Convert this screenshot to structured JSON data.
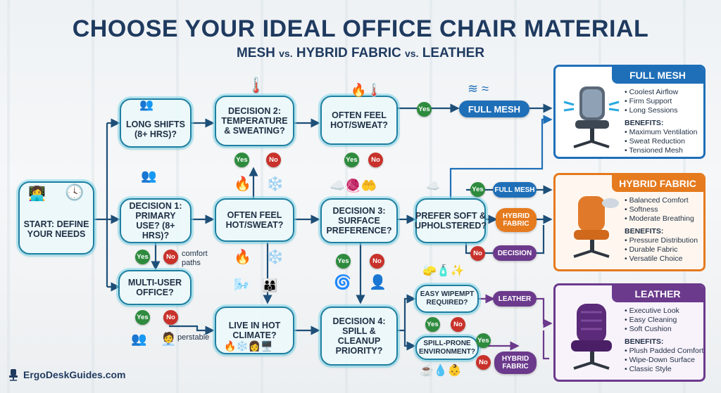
{
  "header": {
    "title": "CHOOSE YOUR IDEAL OFFICE CHAIR MATERIAL",
    "subtitle_mesh": "MESH",
    "subtitle_vs": "vs.",
    "subtitle_hybrid": "HYBRID FABRIC",
    "subtitle_leather": "LEATHER"
  },
  "nodes": {
    "start": "START: DEFINE YOUR NEEDS",
    "long_shifts": "LONG SHIFTS (8+ HRS)?",
    "decision1": "DECISION 1: PRIMARY USE? (8+ HRS)?",
    "multi_user": "MULTI-USER OFFICE?",
    "decision2": "DECISION 2: TEMPERATURE & SWEATING?",
    "often_feel_mid": "OFTEN FEEL HOT/SWEAT?",
    "live_hot": "LIVE IN HOT CLIMATE?",
    "often_feel_top": "OFTEN FEEL HOT/SWEAT?",
    "decision3": "DECISION 3: SURFACE PREFERENCE?",
    "decision4": "DECISION 4: SPILL & CLEANUP PRIORITY?",
    "prefer_soft": "PREFER SOFT & UPHOLSTERED?",
    "easy_wipe": "EASY WIPEMPT REQUIRED?",
    "spill_prone": "SPILL-PRONE ENVIRONMENT?"
  },
  "outcomes": {
    "full_mesh_big": "FULL MESH",
    "full_mesh_small": "FULL MESH",
    "hybrid_fabric_1": "HYBRID FABRIC",
    "decision_pill": "DECISION",
    "leather_pill": "LEATHER",
    "hybrid_fabric_2": "HYBRID FABRIC"
  },
  "badges": {
    "yes": "Yes",
    "no": "No"
  },
  "notes": {
    "comfort_paths": "comfort paths",
    "perstable": "perstable"
  },
  "panels": {
    "mesh": {
      "title": "FULL MESH",
      "features": [
        "Coolest Airflow",
        "Firm Support",
        "Long Sessions"
      ],
      "benefits_label": "BENEFITS:",
      "benefits": [
        "Maximum Ventilation",
        "Sweat Reduction",
        "Tensioned Mesh"
      ]
    },
    "hybrid": {
      "title": "HYBRID FABRIC",
      "features": [
        "Balanced Comfort",
        "Softness",
        "Moderate Breathing"
      ],
      "benefits_label": "BENEFITS:",
      "benefits": [
        "Pressure Distribution",
        "Durable Fabric",
        "Versatile Choice"
      ]
    },
    "leather": {
      "title": "LEATHER",
      "features": [
        "Executive Look",
        "Easy Cleaning",
        "Soft Cushion"
      ],
      "benefits_label": "BENEFITS:",
      "benefits": [
        "Plush Padded Comfort",
        "Wipe-Down Surface",
        "Classic Style"
      ]
    }
  },
  "colors": {
    "navy": "#1f3a5f",
    "arrow": "#1e4f78",
    "mesh": "#1f6fb8",
    "hybrid": "#e57a1e",
    "leather": "#6b3a8c",
    "yes": "#2e8b3e",
    "no": "#c8322b"
  },
  "icons": {
    "thermometer": "thermometer-icon",
    "fire": "fire-icon",
    "snowflake": "snowflake-icon",
    "people": "people-icon",
    "clock": "clock-icon",
    "wind": "wind-icon",
    "cloud": "cloud-icon",
    "spray": "spray-bottle-icon",
    "droplet": "droplet-icon"
  },
  "footer": {
    "brand": "ErgoDeskGuides.com"
  }
}
